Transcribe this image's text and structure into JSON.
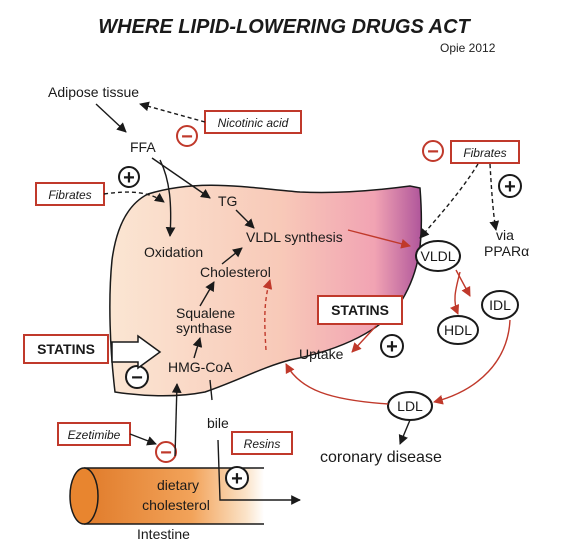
{
  "title": "WHERE LIPID-LOWERING DRUGS ACT",
  "credit": "Opie 2012",
  "labels": {
    "adipose": "Adipose tissue",
    "ffa": "FFA",
    "tg": "TG",
    "oxidation": "Oxidation",
    "vldl_synthesis": "VLDL synthesis",
    "cholesterol": "Cholesterol",
    "squalene_line1": "Squalene",
    "squalene_line2": "synthase",
    "hmgcoa": "HMG-CoA",
    "uptake": "Uptake",
    "bile": "bile",
    "intestine": "Intestine",
    "dietary_line1": "dietary",
    "dietary_line2": "cholesterol",
    "via_line1": "via",
    "via_line2": "PPARα",
    "coronary": "coronary disease"
  },
  "lipoproteins": {
    "vldl": "VLDL",
    "idl": "IDL",
    "hdl": "HDL",
    "ldl": "LDL"
  },
  "drugs": {
    "nicotinic_acid": "Nicotinic acid",
    "fibrates_left": "Fibrates",
    "fibrates_right": "Fibrates",
    "statins_left": "STATINS",
    "statins_right": "STATINS",
    "ezetimibe": "Ezetimibe",
    "resins": "Resins"
  },
  "symbols": {
    "minus": "−",
    "plus": "+"
  },
  "colors": {
    "drug_box_border": "#c0392b",
    "inhibit_red": "#c0392b",
    "liver_light": "#fbe3cf",
    "liver_dark": "#b0569b",
    "intestine": "#f2a35a",
    "text": "#1a1a1a"
  }
}
